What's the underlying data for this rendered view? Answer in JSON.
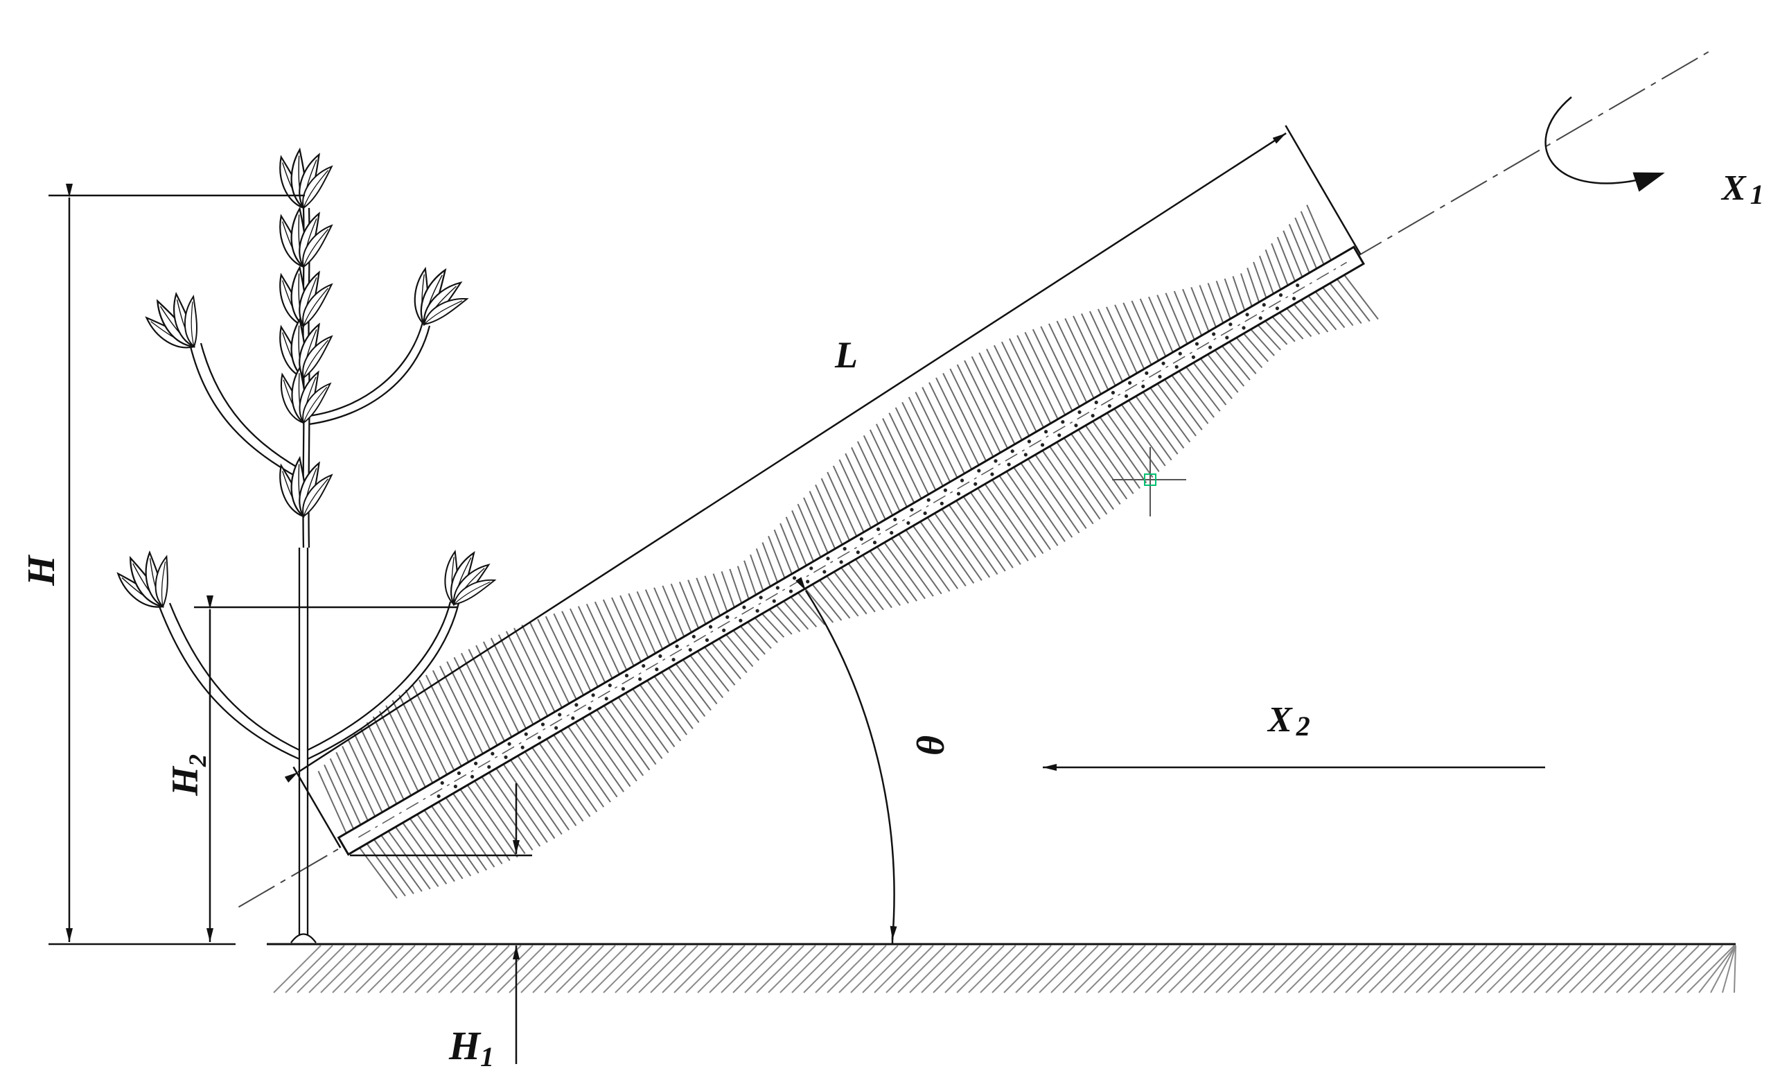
{
  "labels": {
    "L": "L",
    "H": "H",
    "H1": "H",
    "H1_sub": "1",
    "H2": "H",
    "H2_sub": "2",
    "theta": "θ",
    "X1": "X",
    "X1_sub": "1",
    "X2": "X",
    "X2_sub": "2"
  },
  "colors": {
    "line": "#111111",
    "hatch": "#8a8a8a",
    "brush": "#6a6a6a",
    "cursor": "#00c070"
  }
}
